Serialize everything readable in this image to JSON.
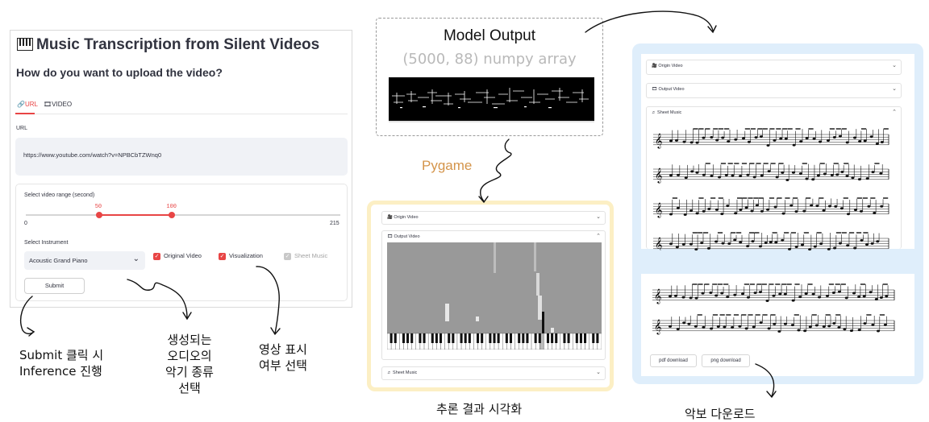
{
  "app": {
    "title": "Music Transcription from Silent Videos",
    "title_icon": "piano-keys-icon",
    "question": "How do you want to upload the video?",
    "tabs": [
      {
        "label": "URL",
        "icon": "link-icon"
      },
      {
        "label": "VIDEO",
        "icon": "film-icon"
      }
    ],
    "url_label": "URL",
    "url_value": "https://www.youtube.com/watch?v=NPBCbTZWnq0",
    "range_label": "Select video range (second)",
    "range_low": "50",
    "range_high": "100",
    "range_min": "0",
    "range_max": "215",
    "range_low_value": 50,
    "range_high_value": 100,
    "range_max_value": 215,
    "instrument_label": "Select Instrument",
    "instrument_value": "Acoustic Grand Piano",
    "checkboxes": [
      {
        "label": "Original Video",
        "checked": true,
        "disabled": false
      },
      {
        "label": "Visualization",
        "checked": true,
        "disabled": false
      },
      {
        "label": "Sheet Music",
        "checked": true,
        "disabled": true
      }
    ],
    "submit_label": "Submit",
    "accent_color": "#e84545"
  },
  "annotations": {
    "submit": [
      "Submit 클릭 시",
      "Inference 진행"
    ],
    "instrument": [
      "생성되는",
      "오디오의",
      "악기 종류",
      "선택"
    ],
    "display": [
      "영상 표시",
      "여부 선택"
    ]
  },
  "model_output": {
    "title": "Model Output",
    "subtitle": "(5000, 88) numpy array"
  },
  "pygame_label": "Pygame",
  "viz_panel": {
    "origin_label": "Origin Video",
    "output_label": "Output Video",
    "sheet_label": "Sheet Music",
    "caption": "추론 결과 시각화",
    "border_color": "#fcefc4"
  },
  "sheet_panel": {
    "origin_label": "Origin Video",
    "output_label": "Output Video",
    "sheet_label": "Sheet Music",
    "pdf_button": "pdf download",
    "png_button": "png download",
    "caption": "악보 다운로드",
    "bg_color": "#dfeefb"
  }
}
